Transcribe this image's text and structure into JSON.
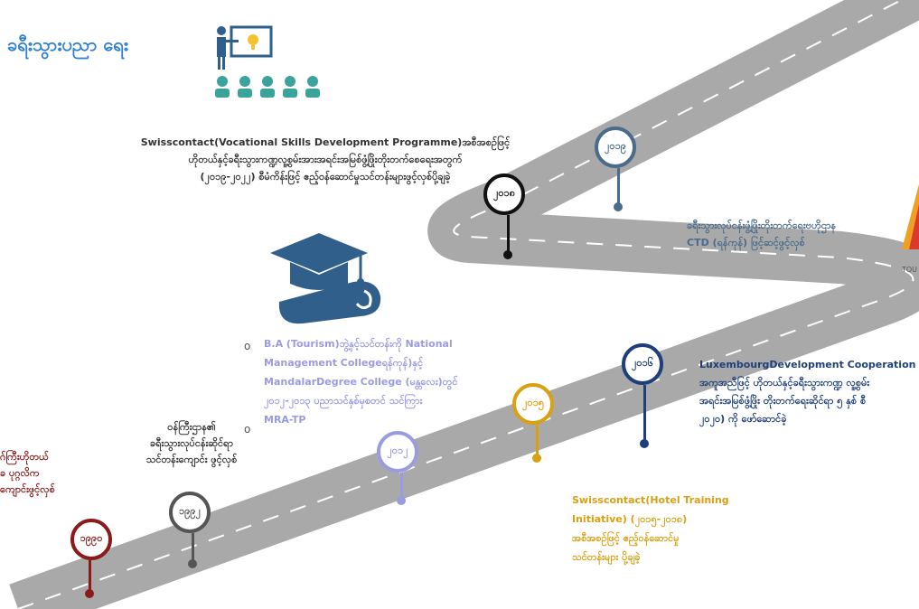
{
  "title": "ခရီးသွားပညာ ရေး",
  "colors": {
    "road": "#a9a9a9",
    "title": "#2e7fd0",
    "icon": "#2f5f8a",
    "icon_green": "#3aa39a",
    "bulb": "#f4c430"
  },
  "icons": {
    "teacher": "teacher-presentation-icon",
    "graduation": "graduation-cap-diploma-icon",
    "logo": "tourism-logo-icon"
  },
  "milestones": [
    {
      "label": "၁၉၉၀",
      "color": "#8b1a1a"
    },
    {
      "label": "၁၉၉၂",
      "color": "#555555"
    },
    {
      "label": "၂၀၁၂",
      "color": "#9b9be0"
    },
    {
      "label": "၂၀၁၅",
      "color": "#d9a012"
    },
    {
      "label": "၂၀၁၆",
      "color": "#1f3f7a"
    },
    {
      "label": "၂၀၁၈",
      "color": "#111111"
    },
    {
      "label": "၂၀၁၉",
      "color": "#4a6b8a"
    }
  ],
  "texts": {
    "m1990": [
      "ဂ်ကြီးဟိုတယ်",
      "ခ ပုဂ္ဂလိက",
      "ကျောင်းဖွင့်လှစ်"
    ],
    "m1992": [
      "ဝန်ကြီးဌာန၏",
      "ခရီးသွားလုပ်ငန်းဆိုင်ရာ",
      "သင်တန်းကျောင်း ဖွင့်လှစ်"
    ],
    "m2012": [
      "B.A (Tourism)ဘွဲ့နှင့်သင်တန်းကို National",
      "Management Collegeရန်ကုန်)နှင့်",
      "MandalarDegree College (မန္တလေး)တွင်",
      "၂၀၁၂-၂၀၁၃ ပညာသင်နှစ်မှစတင် သင်ကြား",
      "MRA-TP"
    ],
    "m2015": [
      "Swisscontact(Hotel Training",
      "Initiative) (၂၀၁၅-၂၀၁၈)",
      "အစီအစဉ်ဖြင့် ဧည့်ဝန်ဆောင်မှု",
      "သင်တန်းများ ပို့ချခဲ့"
    ],
    "m2016": [
      "LuxembourgDevelopment Cooperation A",
      "အကူအညီဖြင့် ဟိုတယ်နှင့်ခရီးသွားကဏ္ဍ လူ့စွမ်း",
      "အရင်းအမြစ်ဖွံ့ဖြိုး တိုးတက်ရေးဆိုင်ရာ ၅ နှစ် စီ",
      "၂၀၂၀) ကို ဖော်ဆောင်ခဲ့"
    ],
    "m2018": [
      "Swisscontact(Vocational Skills Development Programme)အစီအစဉ်ဖြင့်",
      "ဟိုတယ်နှင့်ခရီးသွားကဏ္ဍလူ့စွမ်းအားအရင်းအမြစ်ဖွံ့ဖြိုးတိုးတက်စေရေးအတွက်",
      "(၂၀၁၉-၂၀၂၂) စီမံကိန်းဖြင့် ဧည့်ဝန်ဆောင်မှုသင်တန်းများဖွင့်လှစ်ပို့ချခဲ့"
    ],
    "m2019": [
      "ခရီးသွားလုပ်ငန်းဖွံ့ဖြိုးတိုးတက်ရေးဗဟိုဌာန",
      "CTD (ရန်ကုန်) ဖြင့်ဆင့်ဖွင့်လှစ်"
    ],
    "logo_text": "TOU"
  }
}
